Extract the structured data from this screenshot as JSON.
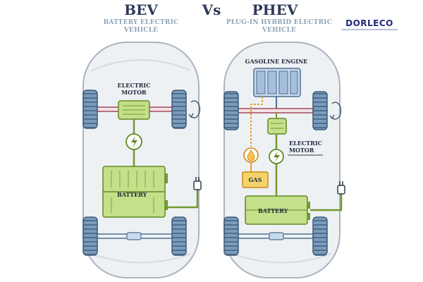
{
  "header": {
    "left_title": "BEV",
    "vs": "Vs",
    "right_title": "PHEV",
    "left_subtitle_line1": "BATTERY ELECTRIC",
    "left_subtitle_line2": "VEHICLE",
    "right_subtitle_line1": "PLUG-IN HYBRID ELECTRIC",
    "right_subtitle_line2": "VEHICLE"
  },
  "logo": {
    "text": "DORLECO"
  },
  "bev": {
    "motor_label_line1": "ELECTRIC",
    "motor_label_line2": "MOTOR",
    "battery_label": "BATTERY"
  },
  "phev": {
    "engine_label": "GASOLINE ENGINE",
    "motor_label_line1": "ELECTRIC",
    "motor_label_line2": "MOTOR",
    "gas_label": "GAS",
    "battery_label": "BATTERY"
  },
  "colors": {
    "car_body": "#eef1f4",
    "car_outline": "#a9b4bf",
    "component_green": "#c6df8a",
    "component_green_dark": "#6f9a2e",
    "engine_blue": "#c9d9ec",
    "gas_yellow": "#f5d36b",
    "gas_line": "#e3a52b",
    "axle": "#a44a5a",
    "tire": "#6d8fb0",
    "title": "#2e3a59",
    "subtitle": "#8fa3b8"
  }
}
